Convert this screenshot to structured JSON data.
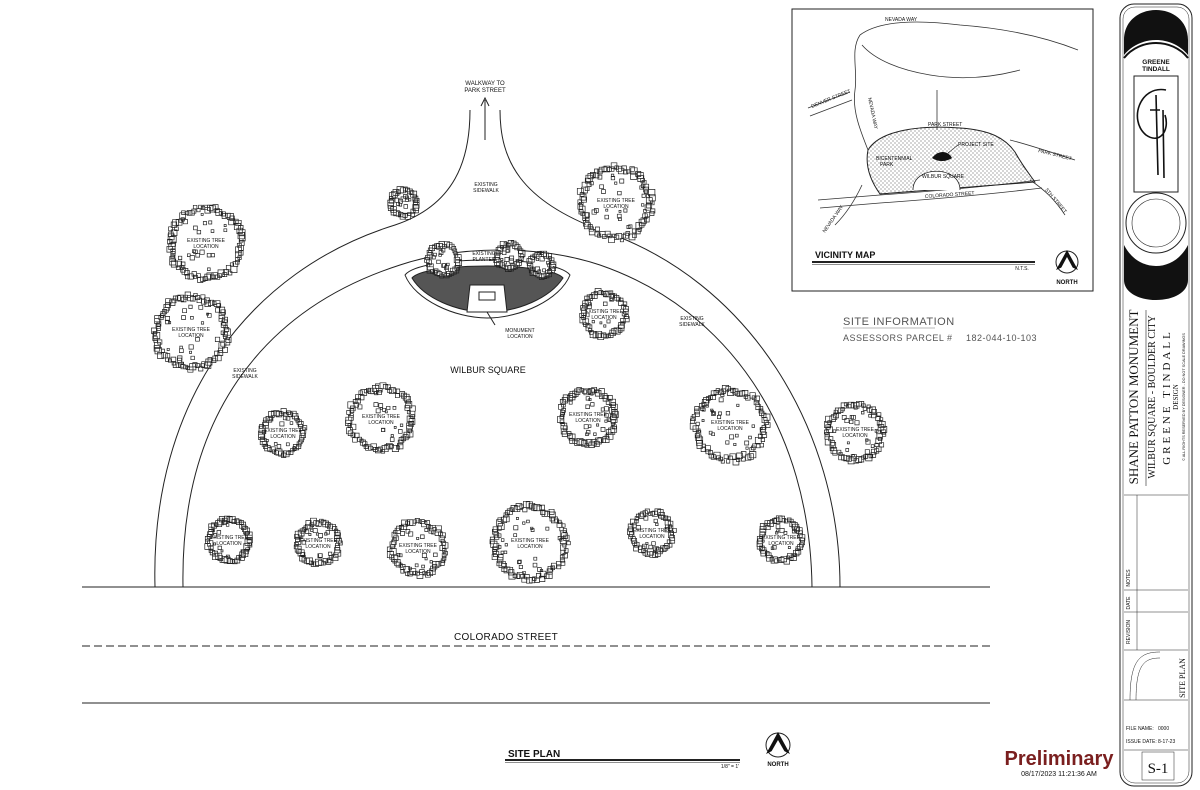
{
  "site_plan": {
    "walkway_label": [
      "WALKWAY TO",
      "PARK STREET"
    ],
    "existing_sidewalk": [
      "EXISTING",
      "SIDEWALK"
    ],
    "existing_planter": [
      "EXISTING",
      "PLANTER"
    ],
    "monument_location": [
      "MONUMENT",
      "LOCATION"
    ],
    "existing_tree_location": [
      "EXISTING TREE",
      "LOCATION"
    ],
    "square_label": "WILBUR SQUARE",
    "street_label": "COLORADO STREET",
    "title": "SITE PLAN",
    "scale": "1/8\" = 1'",
    "north": "NORTH"
  },
  "site_information": {
    "heading": "SITE INFORMATION",
    "parcel_label": "ASSESSORS PARCEL #",
    "parcel_value": "182-044-10-103"
  },
  "vicinity_map": {
    "title": "VICINITY MAP",
    "scale": "N.T.S.",
    "north": "NORTH",
    "streets": {
      "nevada_way_top": "NEVADA WAY",
      "denver": "DENVER STREET",
      "nevada_way_left": "NEVADA WAY",
      "park_top": "PARK STREET",
      "park_right": "PARK STREET",
      "colorado": "COLORADO STREET",
      "fifth": "5TH STREET",
      "nevada_way_bottom": "NEVADA WAY"
    },
    "labels": {
      "project_site": "PROJECT SITE",
      "bicentennial_park": [
        "BICENTENNIAL",
        "PARK"
      ],
      "wilbur_square": "WILBUR SQUARE"
    }
  },
  "title_block": {
    "firm_logo": "GREENE TINDALL",
    "project_title": "SHANE PATTON MONUMENT",
    "project_subtitle": "WILBUR SQUARE - BOULDER CITY",
    "firm_name": "GREENE TINDALL",
    "firm_sub": "DESIGN",
    "rights_note": "© ALL RIGHTS RESERVED BY DESIGNER - DO NOT SCALE DRAWINGS",
    "notes_label": "NOTES",
    "date_label": "DATE",
    "revision_label": "REVISION",
    "sheet_title": "SITE PLAN",
    "file_name_label": "FILE NAME:",
    "file_name_value": "0000",
    "issue_date_label": "ISSUE DATE:",
    "issue_date_value": "8-17-23",
    "sheet_number": "S-1"
  },
  "stamp": {
    "label": "Preliminary",
    "timestamp": "08/17/2023  11:21:36 AM"
  }
}
